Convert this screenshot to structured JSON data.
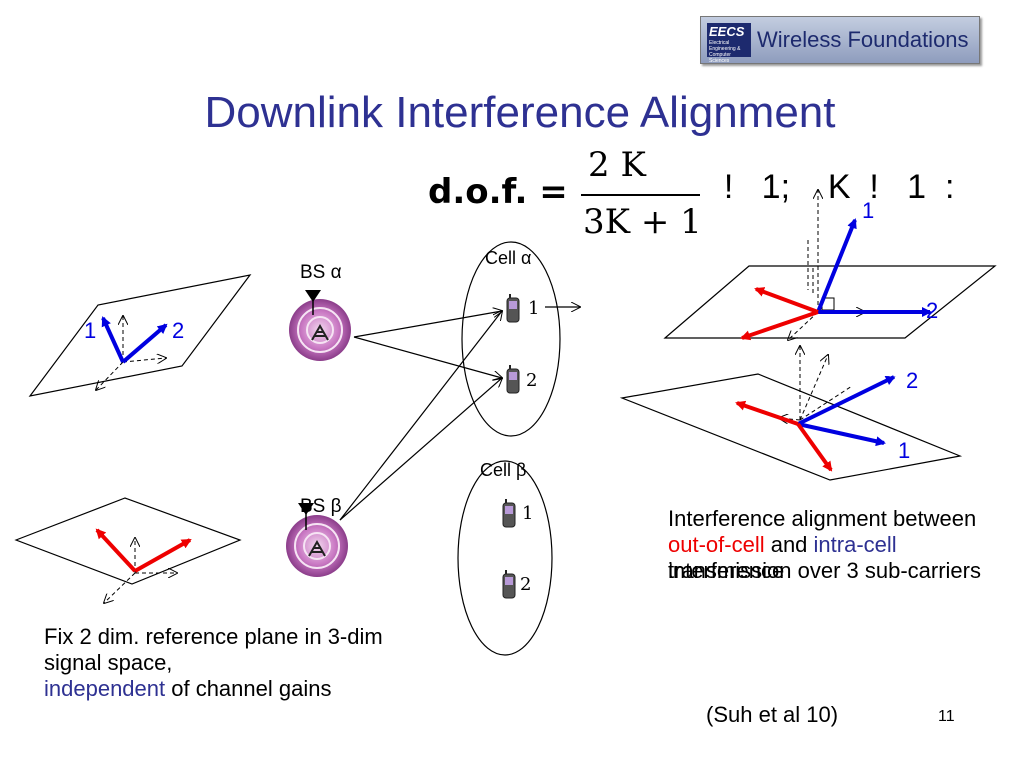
{
  "header": {
    "logo": {
      "eecs": "EECS",
      "eecs_sub": "Electrical Engineering & Computer Sciences",
      "text": "Wireless Foundations"
    }
  },
  "slide": {
    "title": "Downlink Interference Alignment",
    "formula": {
      "label": "d.o.f. =",
      "numerator": "2  K",
      "denominator": "3K + 1",
      "limit": "  !   1;    K  !   1  :"
    },
    "left_diagram": {
      "top_plane_labels": [
        "1",
        "2"
      ],
      "bs_alpha": "BS α",
      "bs_beta": "BS β"
    },
    "cells": {
      "alpha": {
        "label": "Cell α",
        "users": [
          "1",
          "2"
        ]
      },
      "beta": {
        "label": "Cell β",
        "users": [
          "1",
          "2"
        ]
      }
    },
    "right_diagram": {
      "top_plane_labels": [
        "1",
        "2"
      ],
      "bottom_plane_labels": [
        "2",
        "1"
      ]
    },
    "captions": {
      "left": {
        "line1": "Fix 2 dim. reference plane in 3-dim signal space,",
        "independent": "independent",
        "rest": " of channel gains"
      },
      "right_a": {
        "text1": "Interference alignment between ",
        "out_of_cell": "out-of-cell",
        "text2": " and ",
        "intra_cell": "intra-cell",
        "text3": " interference"
      },
      "right_b": {
        "text": "transmission over 3 sub-carriers"
      }
    },
    "citation": "(Suh et al 10)",
    "page_number": "11"
  },
  "colors": {
    "title": "#2e3192",
    "blue_vector": "#0000e0",
    "red_vector": "#ee0000"
  }
}
